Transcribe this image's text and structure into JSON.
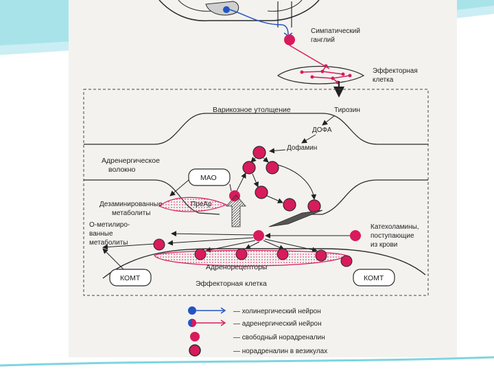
{
  "colors": {
    "accent_teal": "#7fd4e0",
    "noradrenaline_pink": "#d81b5c",
    "cholinergic_blue": "#2255c4",
    "stroke": "#2b2b2b",
    "paper": "#f3f2ef"
  },
  "labels": {
    "symp_ganglion": [
      "Симпатический",
      "ганглий"
    ],
    "effector_cell_top": [
      "Эффекторная",
      "клетка"
    ],
    "varicosity": "Варикозное утолщение",
    "tyrosine": "Тирозин",
    "dopa": "ДОФА",
    "dopamine": "Дофамин",
    "adrenergic_fiber": [
      "Адренергическое",
      "волокно"
    ],
    "mao": "МАО",
    "prear": "ПреАр",
    "deaminated": [
      "Дезаминированные",
      "метаболиты"
    ],
    "omethyl": [
      "О-метилиро-",
      "ванные",
      "метаболиты"
    ],
    "catecholamines": [
      "Катехоламины,",
      "поступающие",
      "из крови"
    ],
    "adrenoreceptors": "Адренорецепторы",
    "comt_left": "КОМТ",
    "comt_right": "КОМТ",
    "effector_cell_bottom": "Эффекторная клетка"
  },
  "legend": [
    {
      "icon": "cholinergic-neuron-icon",
      "text": "— холинергический нейрон"
    },
    {
      "icon": "adrenergic-neuron-icon",
      "text": "— адренергический нейрон"
    },
    {
      "icon": "free-noradrenaline-icon",
      "text": "— свободный норадреналин"
    },
    {
      "icon": "vesicle-noradrenaline-icon",
      "text": "— норадреналин в везикулах"
    }
  ]
}
